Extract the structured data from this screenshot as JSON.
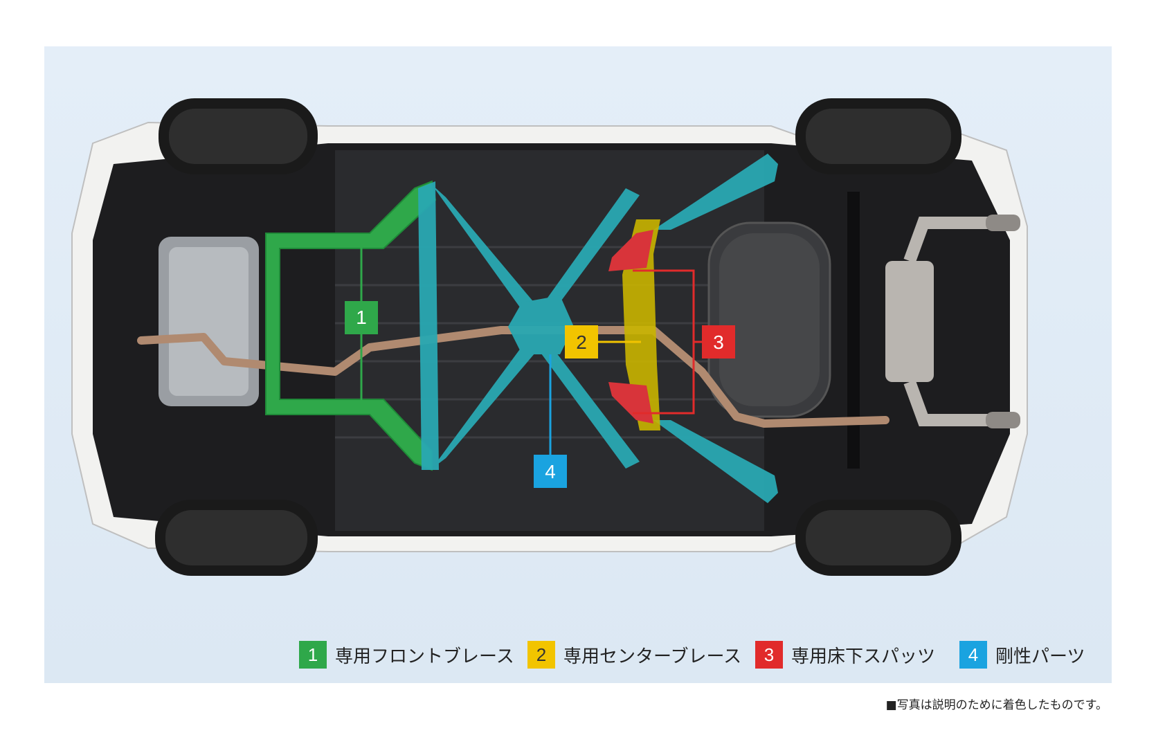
{
  "colors": {
    "front_brace": "#2fa84a",
    "center_brace": "#f2c400",
    "underfloor_spats": "#e12b2b",
    "rigidity_parts": "#1aa3e0",
    "brace_teal": "#29a8b2"
  },
  "callouts": [
    {
      "number": "1",
      "color": "#2fa84a"
    },
    {
      "number": "2",
      "color": "#f2c400"
    },
    {
      "number": "3",
      "color": "#e12b2b"
    },
    {
      "number": "4",
      "color": "#1aa3e0"
    }
  ],
  "legend": [
    {
      "number": "1",
      "label": "専用フロントブレース",
      "color": "#2fa84a"
    },
    {
      "number": "2",
      "label": "専用センターブレース",
      "color": "#f2c400"
    },
    {
      "number": "3",
      "label": "専用床下スパッツ",
      "color": "#e12b2b"
    },
    {
      "number": "4",
      "label": "剛性パーツ",
      "color": "#1aa3e0"
    }
  ],
  "note": "■写真は説明のために着色したものです。"
}
